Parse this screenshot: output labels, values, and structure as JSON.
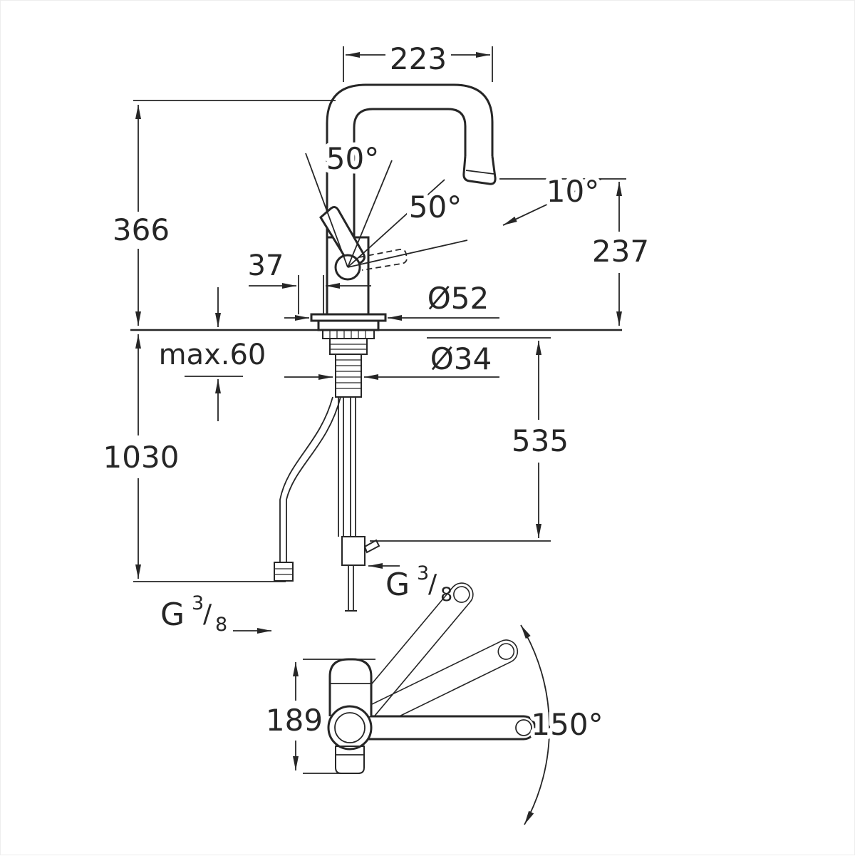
{
  "drawing": {
    "kind": "faucet-dimensional-drawing",
    "line_color": "#262626",
    "background": "#ffffff",
    "labels": {
      "width_top": "223",
      "angle_handle_front": "50°",
      "angle_handle_side": "50°",
      "angle_spout_tip": "10°",
      "height_above_counter": "366",
      "handle_offset": "37",
      "spout_outlet_height": "237",
      "body_diameter": "Ø52",
      "max_counter_thickness": "max.60",
      "hole_diameter": "Ø34",
      "hose_length": "1030",
      "depth_below_counter": "535",
      "top_view_depth": "189",
      "swivel_range": "150°",
      "thread_left": {
        "prefix": "G",
        "numerator": "3",
        "separator": "/",
        "denominator": "8"
      },
      "thread_right": {
        "prefix": "G",
        "numerator": "3",
        "separator": "/",
        "denominator": "8"
      }
    }
  }
}
